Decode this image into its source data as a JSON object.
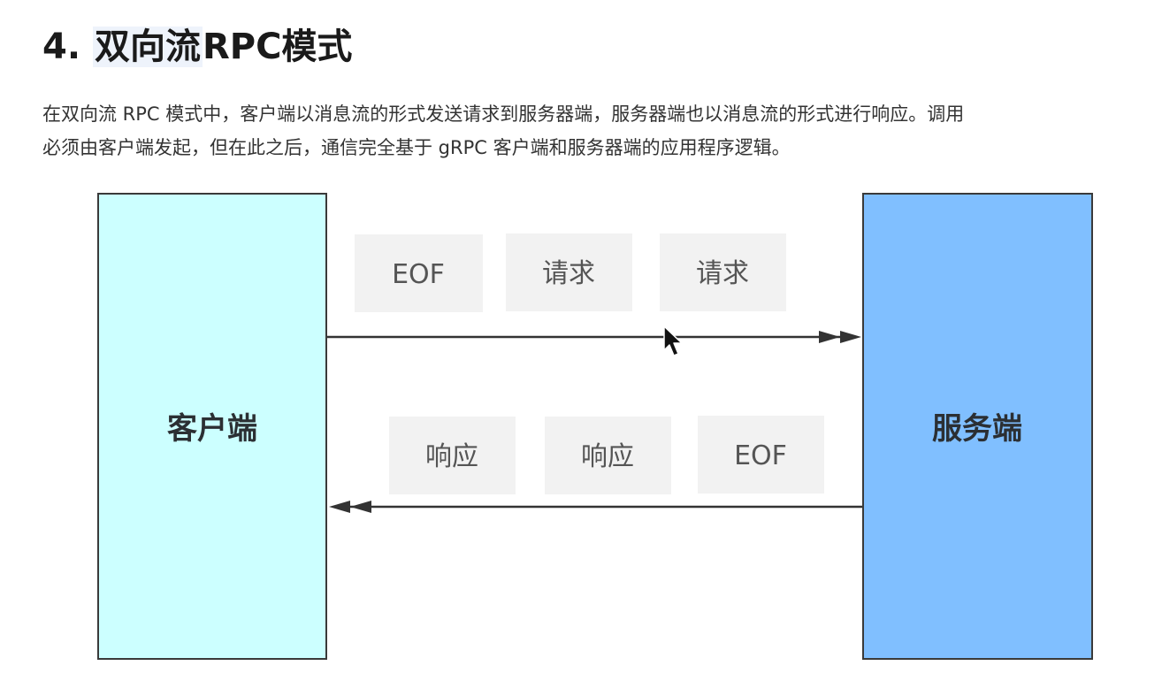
{
  "heading": {
    "number": "4. ",
    "highlight": "双向流",
    "rest": "RPC模式"
  },
  "paragraph": {
    "line1": "在双向流 RPC 模式中，客户端以消息流的形式发送请求到服务器端，服务器端也以消息流的形式进行响应。调用",
    "line2": "必须由客户端发起，但在此之后，通信完全基于 gRPC 客户端和服务器端的应用程序逻辑。"
  },
  "diagram": {
    "client_label": "客户端",
    "server_label": "服务端",
    "client_color": "#ccffff",
    "server_color": "#80bfff",
    "message_bg": "#f2f2f2",
    "requests": [
      "EOF",
      "请求",
      "请求"
    ],
    "responses": [
      "响应",
      "响应",
      "EOF"
    ]
  }
}
